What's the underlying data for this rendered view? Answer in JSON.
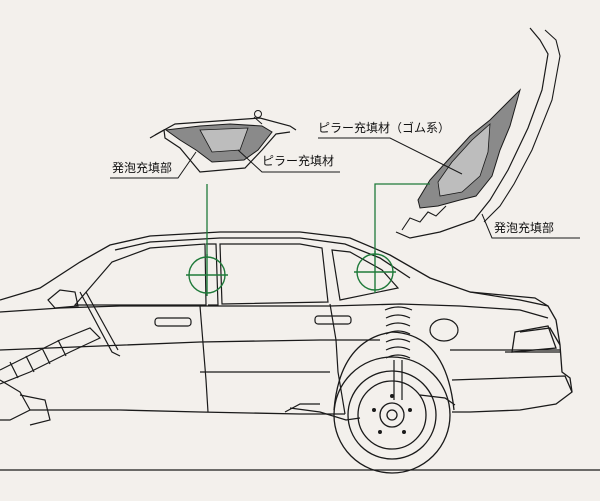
{
  "labels": {
    "foam_fill_top": "発泡充填部",
    "pillar_fill_top": "ピラー充填材",
    "pillar_fill_rubber": "ピラー充填材（ゴム系）",
    "foam_fill_right": "発泡充填部"
  },
  "colors": {
    "background": "#f3f0ec",
    "line": "#1a1a1a",
    "callout_circle": "#1f7a3a",
    "callout_leader": "#1f7a3a",
    "foam_fill": "#8a8a8a",
    "pillar_fill": "#bdbdbd"
  }
}
